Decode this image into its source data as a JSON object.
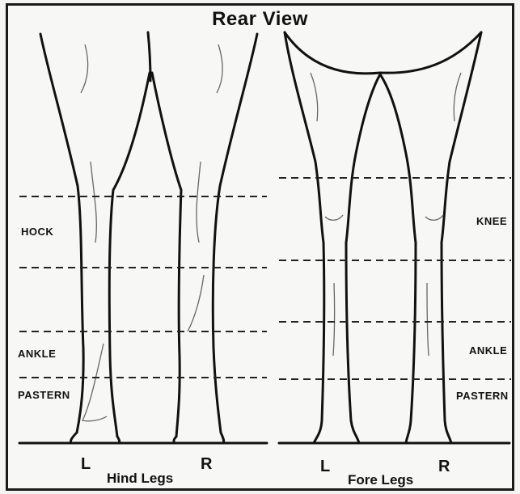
{
  "title": "Rear View",
  "hind": {
    "caption": "Hind Legs",
    "left_mark": "L",
    "right_mark": "R",
    "zones": [
      "HOCK",
      "ANKLE",
      "PASTERN"
    ]
  },
  "fore": {
    "caption": "Fore Legs",
    "left_mark": "L",
    "right_mark": "R",
    "zones": [
      "KNEE",
      "ANKLE",
      "PASTERN"
    ]
  }
}
